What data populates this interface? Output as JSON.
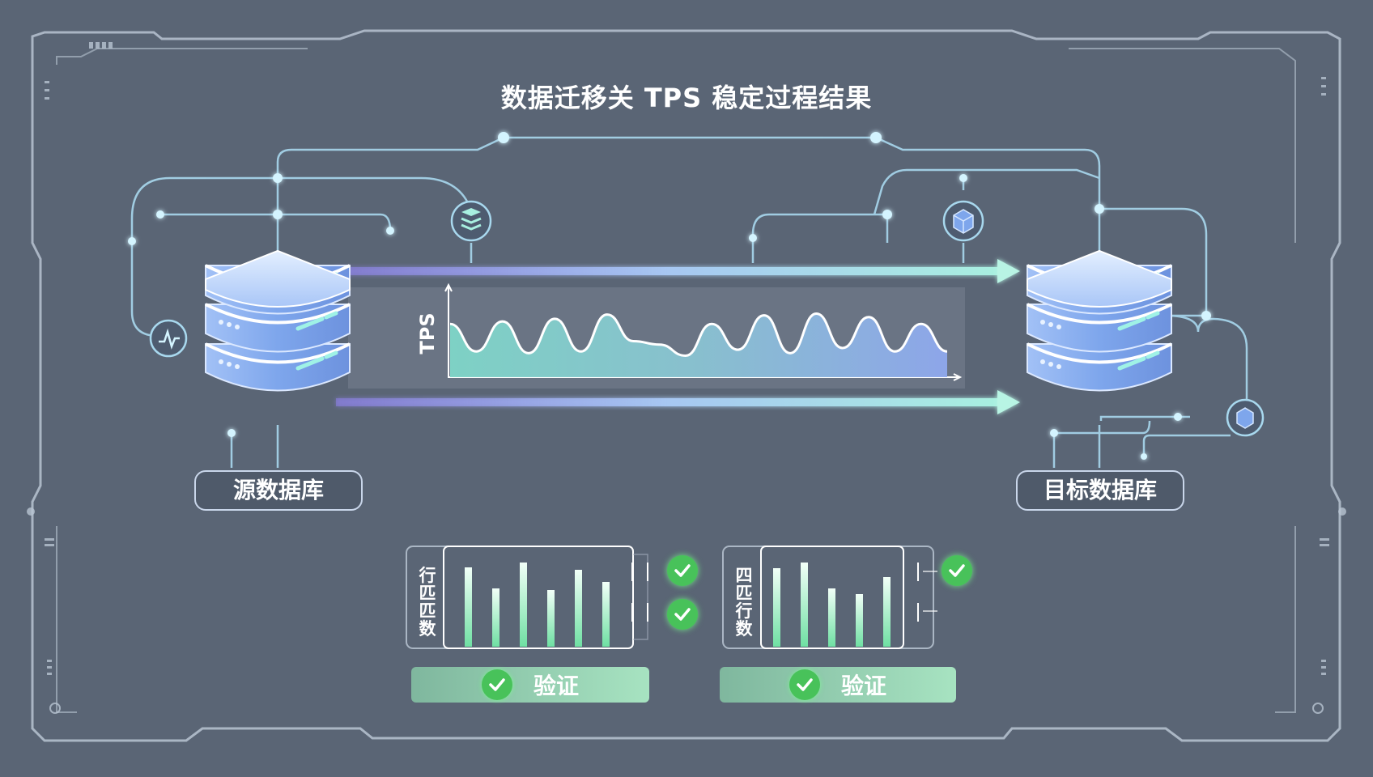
{
  "title": "数据迁移关 TPS 稳定过程结果",
  "source_db": {
    "label": "源数据库"
  },
  "target_db": {
    "label": "目标数据库"
  },
  "tps_chart": {
    "axis_label": "TPS"
  },
  "left_panel": {
    "axis_label_chars": [
      "行",
      "匹",
      "匹",
      "数"
    ],
    "verify_label": "验证"
  },
  "right_panel": {
    "axis_label_chars": [
      "四",
      "匹",
      "行",
      "数"
    ],
    "verify_label": "验证"
  },
  "colors": {
    "background": "#5a6575",
    "line": "#a8d8ee",
    "accent": "#8fe6c2",
    "database": "#9dbff4",
    "check": "#48c25a"
  },
  "icons": {
    "left_connector": "waveform-icon",
    "left_top_node": "stack-icon",
    "right_top_node": "cube-icon",
    "right_side_node": "cube-icon",
    "verify": "check-icon"
  },
  "chart_data": [
    {
      "type": "line",
      "ylabel": "TPS",
      "x": [
        1,
        2,
        3,
        4,
        5,
        6,
        7,
        8,
        9,
        10,
        11,
        12,
        13,
        14,
        15,
        16,
        17,
        18,
        19,
        20
      ],
      "values": [
        62,
        30,
        65,
        28,
        68,
        30,
        73,
        42,
        38,
        25,
        62,
        32,
        72,
        28,
        74,
        34,
        70,
        30,
        62,
        30
      ]
    },
    {
      "type": "bar",
      "values": [
        98,
        72,
        104,
        70,
        95,
        80
      ]
    },
    {
      "type": "bar",
      "values": [
        97,
        104,
        72,
        65,
        86
      ]
    }
  ]
}
